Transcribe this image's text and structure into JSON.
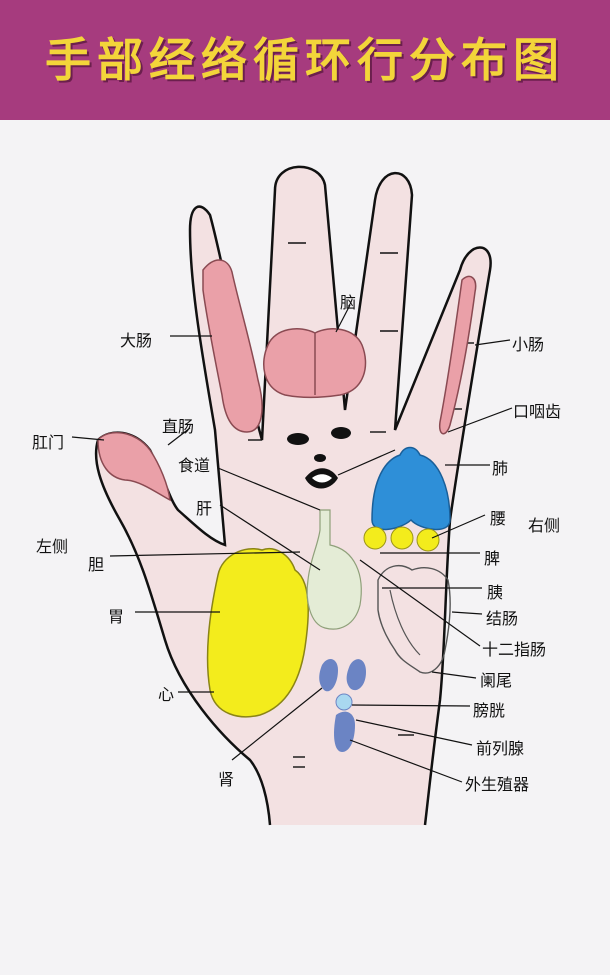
{
  "title": "手部经络循环行分布图",
  "colors": {
    "banner": "#a63b7e",
    "title_text": "#f3d53a",
    "hand_fill": "#f3e1e2",
    "intestine_pink": "#eaa0a8",
    "lung_blue": "#2e8fd8",
    "kidney_blue": "#6b84c4",
    "heart_yellow": "#f3ec1c",
    "stomach_green": "#e4ecd6"
  },
  "labels": {
    "brain": "脑",
    "large_intestine": "大肠",
    "small_intestine": "小肠",
    "rectum": "直肠",
    "anus": "肛门",
    "mouth_throat_teeth": "口咽齿",
    "esophagus": "食道",
    "lung": "肺",
    "liver": "肝",
    "waist": "腰",
    "right_side": "右侧",
    "left_side": "左侧",
    "gallbladder": "胆",
    "spleen": "脾",
    "pancreas": "胰",
    "stomach": "胃",
    "colon": "结肠",
    "duodenum": "十二指肠",
    "appendix": "阑尾",
    "heart": "心",
    "bladder": "膀胱",
    "prostate": "前列腺",
    "kidney": "肾",
    "genitals": "外生殖器"
  }
}
